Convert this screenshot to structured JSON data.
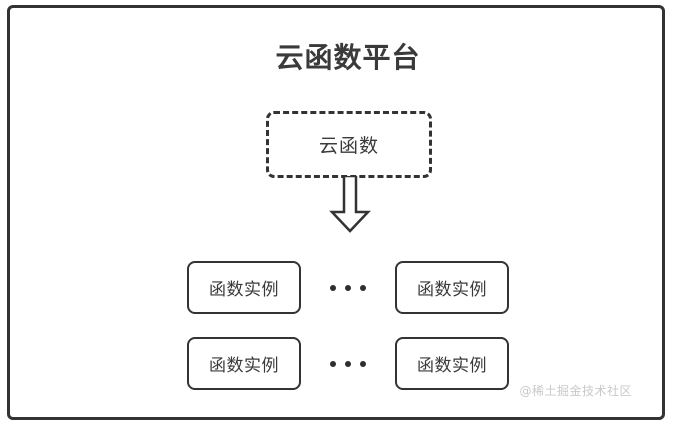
{
  "diagram": {
    "title": "云函数平台",
    "cloud_function": {
      "label": "云函数",
      "style": "dashed"
    },
    "arrow": {
      "icon": "down-arrow-icon",
      "direction": "down"
    },
    "instance_rows": [
      {
        "left": {
          "label": "函数实例"
        },
        "separator": "...",
        "right": {
          "label": "函数实例"
        }
      },
      {
        "left": {
          "label": "函数实例"
        },
        "separator": "...",
        "right": {
          "label": "函数实例"
        }
      }
    ],
    "watermark": "@稀土掘金技术社区",
    "colors": {
      "stroke": "#333333",
      "text": "#3a3a3a",
      "background": "#ffffff",
      "watermark": "#c9c9c9"
    }
  }
}
